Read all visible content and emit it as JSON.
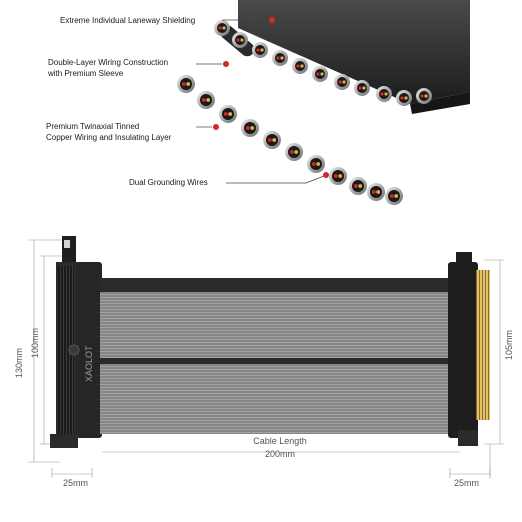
{
  "callouts": {
    "shielding": "Extreme Individual Laneway Shielding",
    "double_layer_line1": "Double-Layer Wiring Construction",
    "double_layer_line2": "with Premium Sleeve",
    "twinaxial_line1": "Premium Twinaxial Tinned",
    "twinaxial_line2": "Copper Wiring and Insulating Layer",
    "grounding": "Dual Grounding Wires"
  },
  "dimensions": {
    "total_height": "130mm",
    "board_height": "100mm",
    "right_height": "105mm",
    "cable_length_label": "Cable Length",
    "cable_length_value": "200mm",
    "left_width": "25mm",
    "right_width": "25mm"
  },
  "brand": "XAOLOT",
  "colors": {
    "accent_red": "#d8262c",
    "cable_dark": "#2a2a2a",
    "cable_gray": "#8e8e8e",
    "gold": "#d9b45a"
  }
}
